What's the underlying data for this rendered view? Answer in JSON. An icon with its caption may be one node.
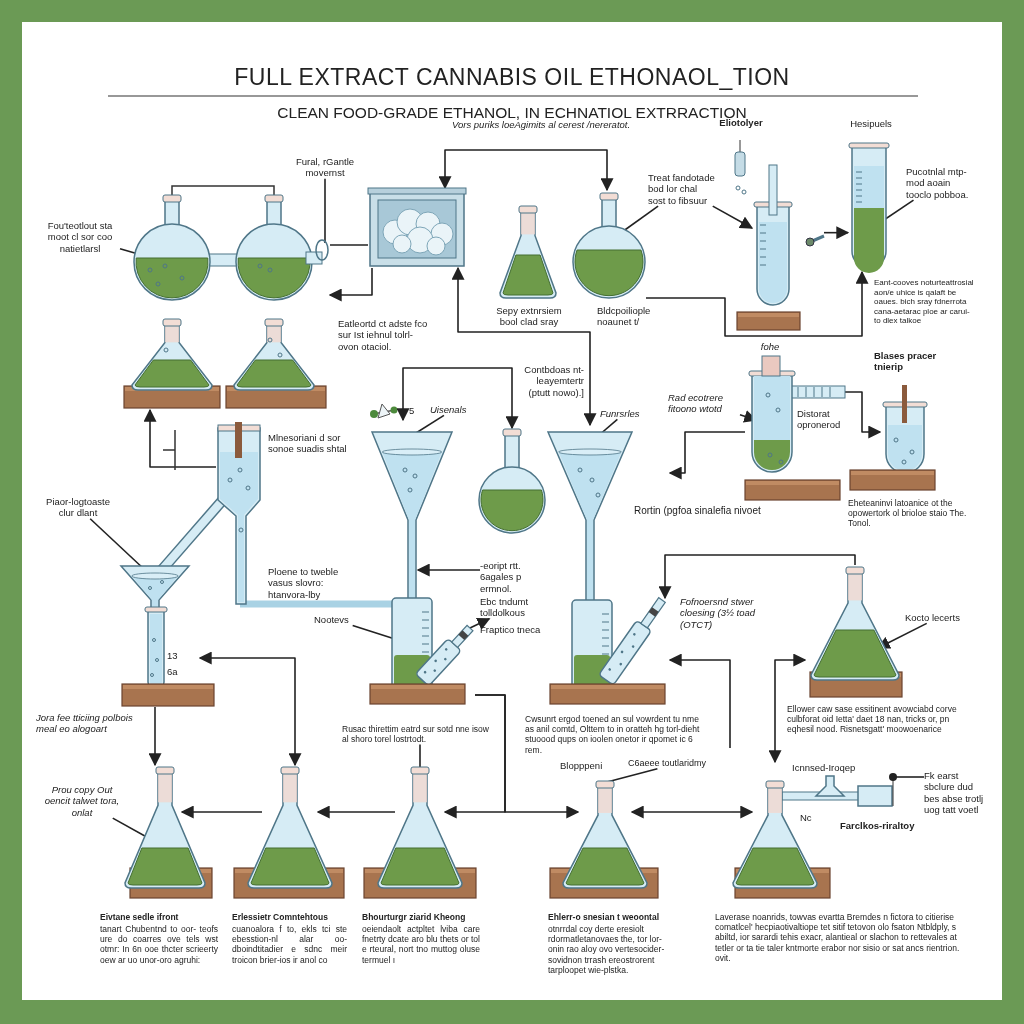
{
  "diagram": {
    "title": "FULL EXTRACT CANNABIS OIL ETHONAOL_TION",
    "nodes": [
      {
        "text": [],
        "shape": "picture"
      },
      {
        "text": [],
        "shape": "picture"
      },
      {
        "text": [],
        "shape": "picture",
        "beside": [
          "Sepy extnrsiem bool clad sray"
        ]
      },
      {
        "text": [],
        "shape": "picture",
        "beside": [
          "Bldcpoiliople noaunet t/"
        ]
      },
      {
        "text": [],
        "shape": "picture",
        "beside": [
          "Eliotolyer"
        ]
      },
      {
        "text": [],
        "shape": "picture",
        "beside": [
          "Hesipuels",
          "Eant-cooves noturteattrosial aon/e uhice is qalaft be oaues. bich sray fdnerrota cana-aetarac ploe ar carui-to dlex talkoe"
        ]
      },
      {
        "text": [
          "13",
          "6a"
        ],
        "beside": [
          "Mlnesoriani d sor sonoe suadis shtal"
        ]
      },
      {
        "text": [],
        "shape": "picture"
      },
      {
        "text": [],
        "shape": "picture"
      },
      {
        "text": [],
        "shape": "picture",
        "beside": [
          "Fofnoersnd stwer cloesing (3½ toad (OTCT)",
          "Cwsunrt ergod toened an sul vowrdent tu nme as anil comtd, Olttem to in oratteh hg torl-dieht stuoood qups on ioolen onetor ir qpomet ic 6 rem."
        ]
      },
      {
        "text": [
          "fohe",
          "Distorat opronerod"
        ],
        "beside": [
          "Rortin (pgfoa sinalefia nivoet"
        ]
      },
      {
        "text": [],
        "shape": "picture"
      },
      {
        "text": [],
        "shape": "picture",
        "beside": [
          "Ellower caw sase essitinent avowciabd corve culbforat oid Ietta' daet 18 nan, tricks or, pn eqhesil nood. Risnetsgatt' moowoenarice"
        ]
      },
      {
        "text": [],
        "shape": "picture",
        "beside": [
          "Eivtane sedle ifront",
          "tanart Chubentnd to oor- teofs ure do coarres ove tels wst otmr: In 6n ooe thcter scrieerty oew ar uo unor-oro agruhi:"
        ]
      },
      {
        "text": [],
        "shape": "picture",
        "beside": [
          "Erlessietr Comntehtous",
          "cuanoalora f to, ekls tci ste ebesstion-nl alar oo- dboindtitadier e sdnc meir troicon brier-ios ir anol co"
        ]
      },
      {
        "text": [],
        "shape": "picture",
        "beside": [
          "Bhourturgr ziarid Kheong",
          "oeiendaolt actpltet lviba care fnetrty dcate aro blu thets or tol e rteural, nort tno muttog oluse termuel ı"
        ]
      },
      {
        "text": [],
        "shape": "picture",
        "beside": [
          "Blopppeni",
          "Ehlerr-o snesian t weoontal",
          "otnrrdal coy derte eresiolt rdormatletanovaes the, tor lor- onin rao aloy ovo vertesocider- sovidnon trrash ereostrorent tarploopet wie-plstka."
        ]
      },
      {
        "text": [
          "Icnnsed-Iroqep",
          "Nc",
          "Farclkos-riraltoy"
        ],
        "beside": [
          "Laverase noanrids, towvas evartta Bremdes n fictora to citierise comatlcel' hecpiaotivaltiope tet sitif tetovon olo fsaton Ntbldply, s abiltd, ior sarardi tehis exacr, alantieal or slachon to rettevales at tetler or ta tie taler kntmorte erabor nor sisio or sat ancs rientrion. ovit."
        ]
      },
      {
        "text": [
          "Fou'teotlout sta moot cl sor coo natietlarsl"
        ]
      },
      {
        "text": [
          "Fural, rGantle movernst"
        ]
      },
      {
        "text": [
          "Treat fandotade bod lor chal sost to fibsuur"
        ]
      },
      {
        "text": [
          "Pucotnlal mtp-mod aoain tooclo pobboa."
        ]
      },
      {
        "text": [
          "Uisenals"
        ]
      },
      {
        "text": [
          "Rad ecotrere fitoono wtotd"
        ]
      },
      {
        "text": [
          "Funrsrles"
        ]
      },
      {
        "text": [
          "Piaor-logtoaste clur dlant"
        ]
      },
      {
        "text": [
          "-eoript rtt. 6agales p ermnol."
        ]
      },
      {
        "text": [
          "Nootevs"
        ]
      },
      {
        "text": [
          "Kocto lecerts"
        ]
      },
      {
        "text": [
          "Rusac thirettim eatrd sur sotd nne isow al shoro torel lostrtodt."
        ]
      },
      {
        "text": [
          "Prou copy Out oencit talwet tora, onlat"
        ]
      },
      {
        "text": [
          "C6aeee toutlaridmy"
        ]
      },
      {
        "text": [
          "Fk earst sbclure dud bes abse trotlj uog tatt voetl"
        ]
      },
      {
        "text": [
          "Ebc tndumt tolldolkous"
        ]
      },
      {
        "text": [],
        "shape": "picture"
      }
    ],
    "edges": [
      {
        "from": 0,
        "to": 1,
        "arrow": "none"
      },
      {
        "from": 1,
        "to": 0,
        "arrow": "to"
      },
      {
        "from": 1,
        "to": 3,
        "arrow": "both"
      },
      {
        "from": 1,
        "to": 9,
        "arrow": "both"
      },
      {
        "from": 3,
        "to": 5,
        "arrow": "to"
      },
      {
        "from": 34,
        "to": 5,
        "arrow": "to"
      },
      {
        "from": 6,
        "to": 0,
        "arrow": "to"
      },
      {
        "from": 6,
        "to": 7,
        "arrow": "none",
        "style": "thick",
        "color": "#a9d2e4"
      },
      {
        "from": 7,
        "to": 8,
        "arrow": "both"
      },
      {
        "from": 10,
        "to": 9,
        "arrow": "to"
      },
      {
        "from": 10,
        "to": 11,
        "arrow": "to"
      },
      {
        "from": 12,
        "to": 9,
        "arrow": "to"
      },
      {
        "from": null,
        "to": 9,
        "arrow": "to"
      },
      {
        "from": 12,
        "to": 17,
        "arrow": "both"
      },
      {
        "from": 6,
        "to": 14,
        "arrow": "both"
      },
      {
        "from": 6,
        "to": 13,
        "arrow": "to"
      },
      {
        "from": 7,
        "to": 15,
        "arrow": "to"
      },
      {
        "from": 7,
        "to": 16,
        "arrow": "to"
      },
      {
        "from": 14,
        "to": 13,
        "arrow": "to"
      },
      {
        "from": 15,
        "to": 14,
        "arrow": "to"
      },
      {
        "from": 16,
        "to": 17,
        "arrow": "both"
      },
      {
        "from": 18,
        "to": 0,
        "arrow": "none"
      },
      {
        "from": 19,
        "to": 0,
        "arrow": "none"
      },
      {
        "from": 20,
        "to": 3,
        "arrow": "none"
      },
      {
        "from": 20,
        "to": 4,
        "arrow": "to"
      },
      {
        "from": 21,
        "to": 5,
        "arrow": "none"
      },
      {
        "from": 22,
        "to": 7,
        "arrow": "none"
      },
      {
        "from": 23,
        "to": 10,
        "arrow": "to"
      },
      {
        "from": 24,
        "to": 9,
        "arrow": "none"
      },
      {
        "from": 25,
        "to": 6,
        "arrow": "none"
      },
      {
        "from": 26,
        "to": 7,
        "arrow": "to"
      },
      {
        "from": 27,
        "to": 7,
        "arrow": "none"
      },
      {
        "from": 28,
        "to": 12,
        "arrow": "to"
      },
      {
        "from": 29,
        "to": 15,
        "arrow": "none"
      },
      {
        "from": 30,
        "to": 13,
        "arrow": "none"
      },
      {
        "from": 31,
        "to": 16,
        "arrow": "none"
      },
      {
        "from": 32,
        "to": 17,
        "arrow": "none"
      },
      {
        "from": 7,
        "to": 33,
        "arrow": "to"
      }
    ],
    "labels": [
      "CLEAN FOOD-GRADE ETHANOL, IN ECHNATIOL EXTRRACTION",
      "Vors puriks loeAgimits al cerest /nereratot.",
      "Eatleortd ct adste fco sur Ist iehnul tolrl-ovon otaciol.",
      "5",
      "Contbdoas nt-leayemtertr (ptutt nowo).]",
      "Blases pracer tnierip",
      "Eheteaninvi latoanice ot the opowertork ol brioloe staio The. Tonol.",
      "Ploene to tweble vasus slovro: htanvora-lby",
      "Fraptico tneca",
      "Jora fee tticiing polbois meal eo alogoart"
    ]
  }
}
